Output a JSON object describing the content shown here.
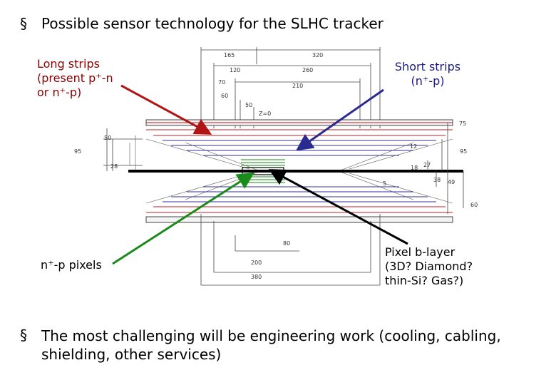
{
  "title": {
    "bullet": "§",
    "text": "Possible sensor technology for the SLHC tracker"
  },
  "labels": {
    "long_strips": "Long strips\n(present p⁺-n\nor n⁺-p)",
    "short_strips": "Short strips\n(n⁺-p)",
    "pixels": "n⁺-p pixels",
    "pixel_blayer": "Pixel b-layer\n(3D? Diamond?\nthin-Si? Gas?)"
  },
  "footer": {
    "bullet": "§",
    "text": "The most challenging will be engineering work (cooling, cabling, shielding, other services)"
  },
  "dimensions": {
    "d165": "165",
    "d320": "320",
    "d120": "120",
    "d260": "260",
    "d70": "70",
    "d210": "210",
    "d60a": "60",
    "d50a": "50",
    "dz0": "Z=0",
    "d50b": "50",
    "d95l": "95",
    "d28": "28",
    "d75": "75",
    "d12": "12",
    "d95r": "95",
    "d18": "18",
    "d27": "27",
    "d5": "5",
    "d38": "38",
    "d49": "49",
    "d60b": "60",
    "d80": "80",
    "d200": "200",
    "d380": "380"
  },
  "colors": {
    "long_arrow": "#b01515",
    "short_arrow": "#2a2a90",
    "pixel_arrow": "#1a8a1a",
    "blayer_arrow": "#000000"
  }
}
